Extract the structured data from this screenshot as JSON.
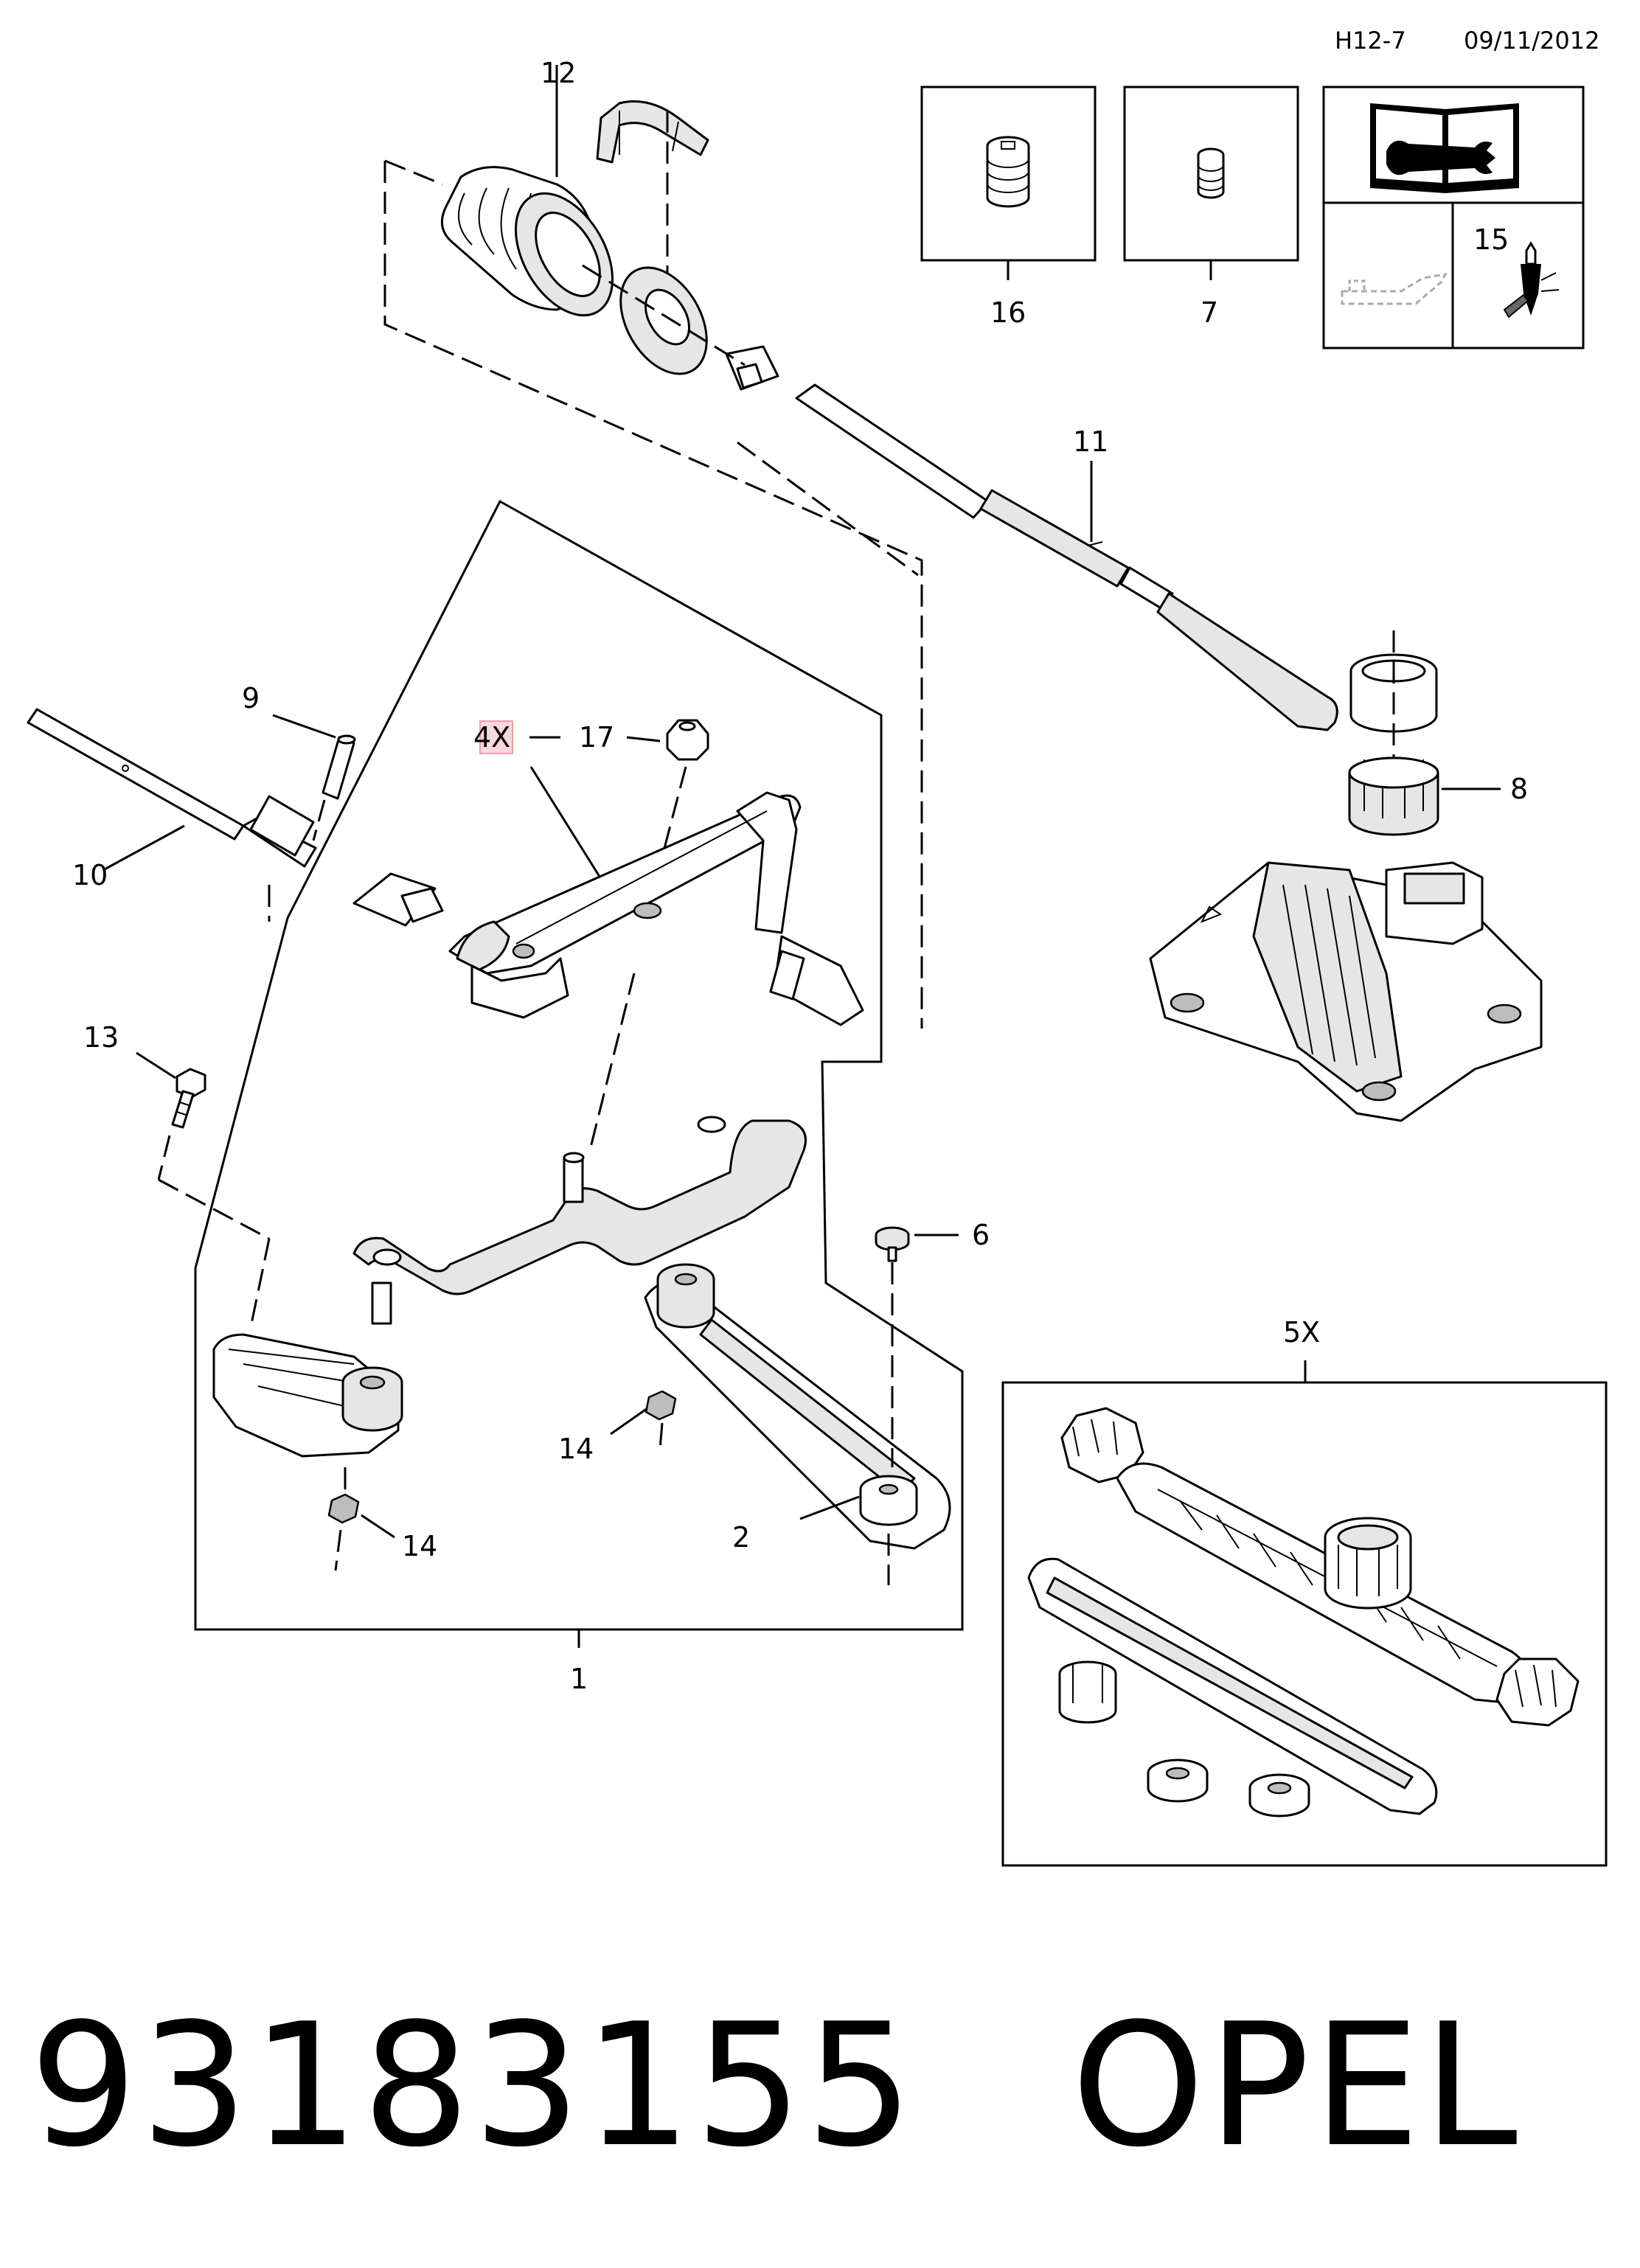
{
  "header": {
    "ref_code": "H12-7",
    "date": "09/11/2012"
  },
  "callouts": {
    "c1": "1",
    "c2": "2",
    "c5x": "5X",
    "c6": "6",
    "c7": "7",
    "c8": "8",
    "c9": "9",
    "c10": "10",
    "c11": "11",
    "c12": "12",
    "c13": "13",
    "c14a": "14",
    "c14b": "14",
    "c15": "15",
    "c16": "16",
    "c17": "17",
    "c4x": "4X"
  },
  "footer": {
    "part_number": "93183155",
    "brand": "OPEL"
  },
  "icons": [
    "book-wrench-icon",
    "oil-can-icon",
    "grease-tube-icon"
  ],
  "colors": {
    "line": "#000000",
    "background": "#ffffff",
    "highlight_box": "#e8a0a8"
  }
}
